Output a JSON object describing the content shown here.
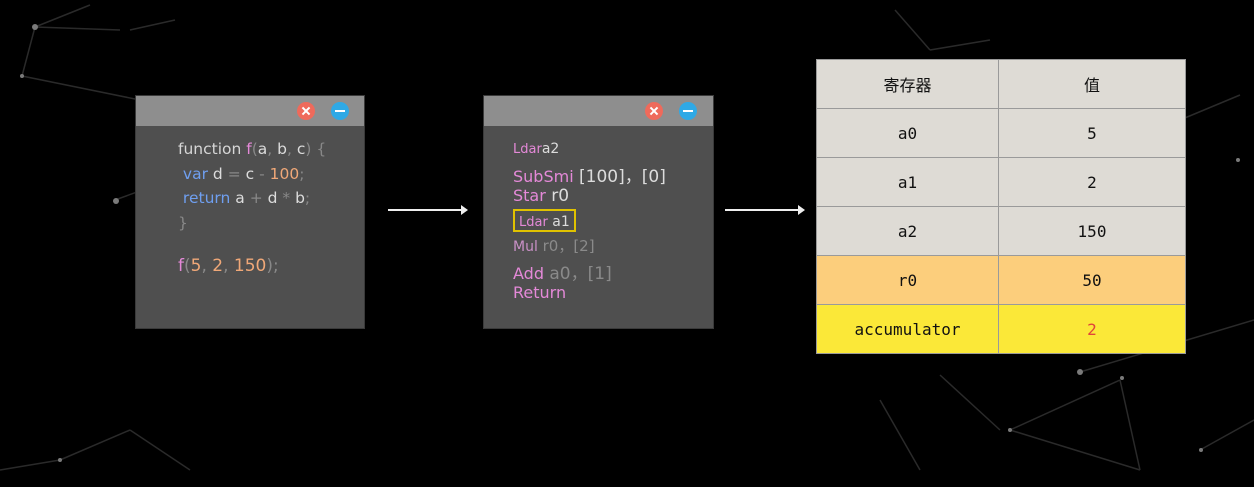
{
  "source_window": {
    "lines": [
      [
        {
          "t": "function ",
          "c": "kw-fn"
        },
        {
          "t": "f",
          "c": "c-pink"
        },
        {
          "t": "(",
          "c": "c-gray"
        },
        {
          "t": "a",
          "c": "c-white"
        },
        {
          "t": ", ",
          "c": "c-gray"
        },
        {
          "t": "b",
          "c": "c-white"
        },
        {
          "t": ", ",
          "c": "c-gray"
        },
        {
          "t": "c",
          "c": "c-white"
        },
        {
          "t": ") {",
          "c": "c-gray"
        }
      ],
      [
        {
          "t": " var ",
          "c": "c-var"
        },
        {
          "t": "d ",
          "c": "c-white"
        },
        {
          "t": "= ",
          "c": "c-gray"
        },
        {
          "t": "c ",
          "c": "c-white"
        },
        {
          "t": "- ",
          "c": "c-gray"
        },
        {
          "t": "100",
          "c": "c-num"
        },
        {
          "t": ";",
          "c": "c-gray"
        }
      ],
      [
        {
          "t": " return ",
          "c": "c-var"
        },
        {
          "t": "a ",
          "c": "c-white"
        },
        {
          "t": "+ ",
          "c": "c-gray"
        },
        {
          "t": "d ",
          "c": "c-white"
        },
        {
          "t": "* ",
          "c": "c-gray"
        },
        {
          "t": "b",
          "c": "c-white"
        },
        {
          "t": ";",
          "c": "c-gray"
        }
      ],
      [
        {
          "t": "}",
          "c": "c-gray"
        }
      ],
      [],
      [
        {
          "t": "f",
          "c": "c-pink"
        },
        {
          "t": "(",
          "c": "c-gray"
        },
        {
          "t": "5",
          "c": "c-num"
        },
        {
          "t": ", ",
          "c": "c-gray"
        },
        {
          "t": "2",
          "c": "c-num"
        },
        {
          "t": ", ",
          "c": "c-gray"
        },
        {
          "t": "150",
          "c": "c-num"
        },
        {
          "t": ");",
          "c": "c-gray"
        }
      ]
    ]
  },
  "bytecode_window": {
    "lines": [
      {
        "op": "Ldar",
        "args": "a2",
        "op_color": "#e489d8",
        "arg_color": "#dcdcdc",
        "size": 13
      },
      {
        "op": "SubSmi",
        "args": " [100]，[0]",
        "op_color": "#e489d8",
        "arg_color": "#dcdcdc",
        "size": 16
      },
      {
        "op": "Star",
        "args": " r0",
        "op_color": "#e489d8",
        "arg_color": "#dcdcdc",
        "size": 16
      },
      {
        "op": "Ldar",
        "args": " a1",
        "op_color": "#e489d8",
        "arg_color": "#dcdcdc",
        "size": 13,
        "highlight": true
      },
      {
        "op": "Mul",
        "args": " r0，[2]",
        "op_color": "#c890c6",
        "arg_color": "#8a8a8a",
        "size": 14
      },
      {
        "op": "Add",
        "args": " a0，[1]",
        "op_color": "#e489d8",
        "arg_color": "#8a8a8a",
        "size": 16
      },
      {
        "op": "Return",
        "args": "",
        "op_color": "#e489d8",
        "arg_color": "#dcdcdc",
        "size": 16
      }
    ]
  },
  "register_table": {
    "headers": [
      "寄存器",
      "值"
    ],
    "rows": [
      {
        "name": "a0",
        "value": "5",
        "style": "normal",
        "value_color": "#111111"
      },
      {
        "name": "a1",
        "value": "2",
        "style": "normal",
        "value_color": "#111111"
      },
      {
        "name": "a2",
        "value": "150",
        "style": "normal",
        "value_color": "#111111"
      },
      {
        "name": "r0",
        "value": "50",
        "style": "orange",
        "value_color": "#111111"
      },
      {
        "name": "accumulator",
        "value": "2",
        "style": "yellow",
        "value_color": "#e0453a"
      }
    ]
  }
}
